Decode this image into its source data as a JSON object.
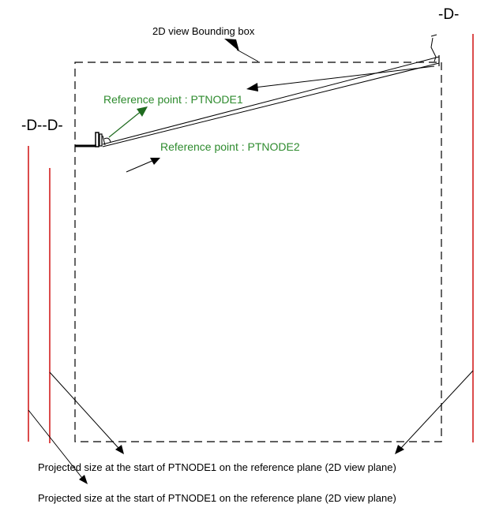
{
  "labels": {
    "bounding_box": "2D view Bounding box",
    "ref_point_1": "Reference point : PTNODE1",
    "ref_point_2": "Reference point : PTNODE2",
    "projected_size_1": "Projected size at the start of PTNODE1 on the reference plane (2D view plane)",
    "projected_size_2": "Projected size at the start of PTNODE1 on the reference plane (2D view plane)",
    "section_marker_left": "-D--D-",
    "section_marker_top_right": "-D-"
  },
  "colors": {
    "reference_text": "#2e8b2e",
    "reference_arrow": "#1f6b1f",
    "projection_line": "#cc0000",
    "outline": "#000000"
  }
}
